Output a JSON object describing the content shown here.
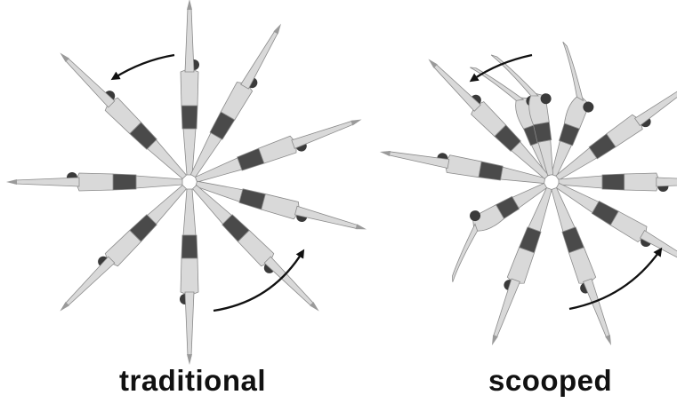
{
  "panels": [
    {
      "id": "traditional",
      "label": "traditional",
      "figure_angles_deg": [
        -90,
        -60,
        -20,
        15,
        45,
        90,
        135,
        180,
        225
      ],
      "figure_shapes": [
        "straight",
        "straight",
        "straight",
        "straight",
        "straight",
        "straight",
        "straight",
        "straight",
        "straight"
      ],
      "rotation_direction": "counterclockwise"
    },
    {
      "id": "scooped",
      "label": "scooped",
      "figure_angles_deg": [
        -110,
        -70,
        -35,
        0,
        30,
        70,
        110,
        150,
        190,
        225,
        260
      ],
      "figure_shapes": [
        "curled",
        "curled",
        "straight",
        "straight",
        "straight",
        "straight",
        "straight",
        "curled",
        "straight",
        "straight",
        "curled"
      ],
      "rotation_direction": "counterclockwise"
    }
  ],
  "colors": {
    "body": "#d9d9d9",
    "body_outline": "#8a8a8a",
    "swimsuit": "#4a4a4a",
    "head": "#3a3a3a",
    "arrow": "#111111",
    "label_text": "#111111",
    "background": "#ffffff"
  }
}
